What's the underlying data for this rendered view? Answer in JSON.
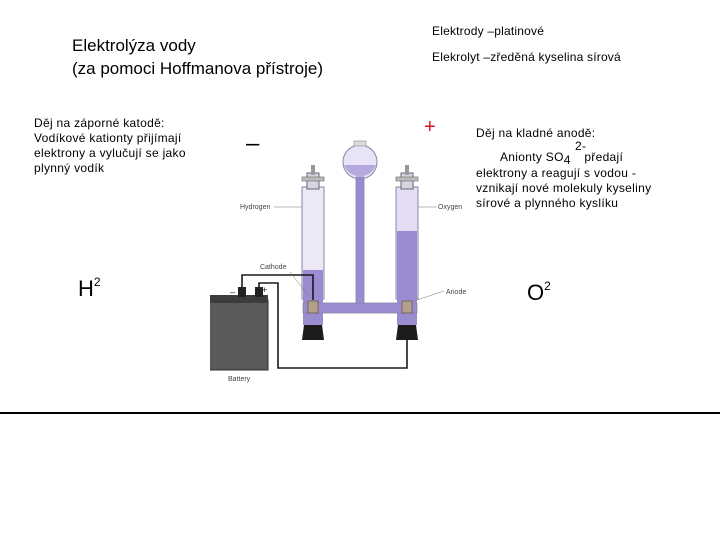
{
  "title": {
    "line1": "Elektrolýza vody",
    "line2": "(za pomoci Hoffmanova přístroje)"
  },
  "top_right": {
    "electrodes": "Elektrody –platinové",
    "electrolyte": "Elekrolyt –zředěná kyselina sírová"
  },
  "cathode_text": {
    "line1": "Děj na záporné katodě:",
    "line2": "Vodíkové kationty přijímají",
    "line3": "elektrony a vylučují se jako",
    "line4": "plynný vodík"
  },
  "anode_text": {
    "line1": "Děj na kladné anodě:",
    "charge": "2-",
    "line2_pre": "Anionty SO",
    "line2_sub": "4",
    "line2_post": "předají",
    "line3": "elektrony a reagují s vodou  -",
    "line4": "vznikají nové molekuly kyseliny",
    "line5": "sírové a plynného kyslíku"
  },
  "formulas": {
    "h_symbol": "H",
    "h_index": "2",
    "o_symbol": "O",
    "o_index": "2"
  },
  "signs": {
    "minus": "–",
    "plus": "+"
  },
  "diagram_labels": {
    "hydrogen": "Hydrogen",
    "oxygen": "Oxygen",
    "cathode": "Cathode",
    "anode": "Anode",
    "battery": "Battery",
    "battery_minus": "–",
    "battery_plus": "+"
  },
  "colors": {
    "liquid": "#9b8bd0",
    "liquid_dark": "#7d6bb8",
    "glass": "#e3ddf2",
    "sign_red": "#d01020"
  }
}
